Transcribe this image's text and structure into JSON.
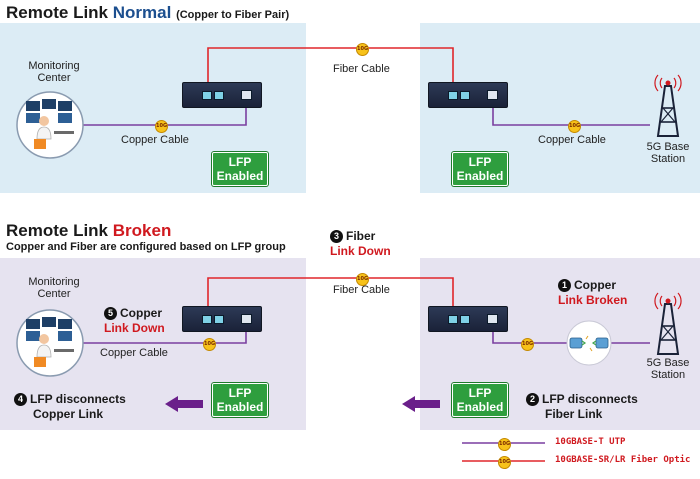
{
  "top": {
    "title_prefix": "Remote Link",
    "title_state": "Normal",
    "subtitle": "(Copper to Fiber Pair)",
    "monitoring_center": "Monitoring\nCenter",
    "copper_cable_left": "Copper Cable",
    "fiber_cable": "Fiber Cable",
    "copper_cable_right": "Copper Cable",
    "base_station": "5G Base\nStation",
    "lfp_left": "LFP\nEnabled",
    "lfp_right": "LFP\nEnabled"
  },
  "bottom": {
    "title_prefix": "Remote Link",
    "title_state": "Broken",
    "subtitle": "Copper and Fiber are configured based on LFP group",
    "monitoring_center": "Monitoring\nCenter",
    "copper_cable_left": "Copper Cable",
    "fiber_cable": "Fiber Cable",
    "base_station": "5G Base\nStation",
    "lfp_left": "LFP\nEnabled",
    "lfp_right": "LFP\nEnabled",
    "step1_num": "1",
    "step1_line1": "Copper",
    "step1_line2": "Link Broken",
    "step2_num": "2",
    "step2_line1": "LFP disconnects",
    "step2_line2": "Fiber Link",
    "step3_num": "3",
    "step3_line1": "Fiber",
    "step3_line2": "Link Down",
    "step4_num": "4",
    "step4_line1": "LFP disconnects",
    "step4_line2": "Copper Link",
    "step5_num": "5",
    "step5_line1": "Copper",
    "step5_line2": "Link Down"
  },
  "cable_badge": "10G",
  "legend": {
    "utp": "10GBASE-T UTP",
    "fiber": "10GBASE-SR/LR Fiber Optic"
  },
  "colors": {
    "fiber_line": "#e0262b",
    "copper_line": "#7a3fa0",
    "arrow": "#6a1f8a",
    "lfp_green": "#2e9e3e",
    "panel_blue": "#dcecf5",
    "panel_purple": "#e6e3f0"
  },
  "icons": [
    "monitoring-center-icon",
    "cell-tower-icon",
    "media-converter-icon",
    "broken-cable-icon",
    "arrow-left-icon"
  ]
}
